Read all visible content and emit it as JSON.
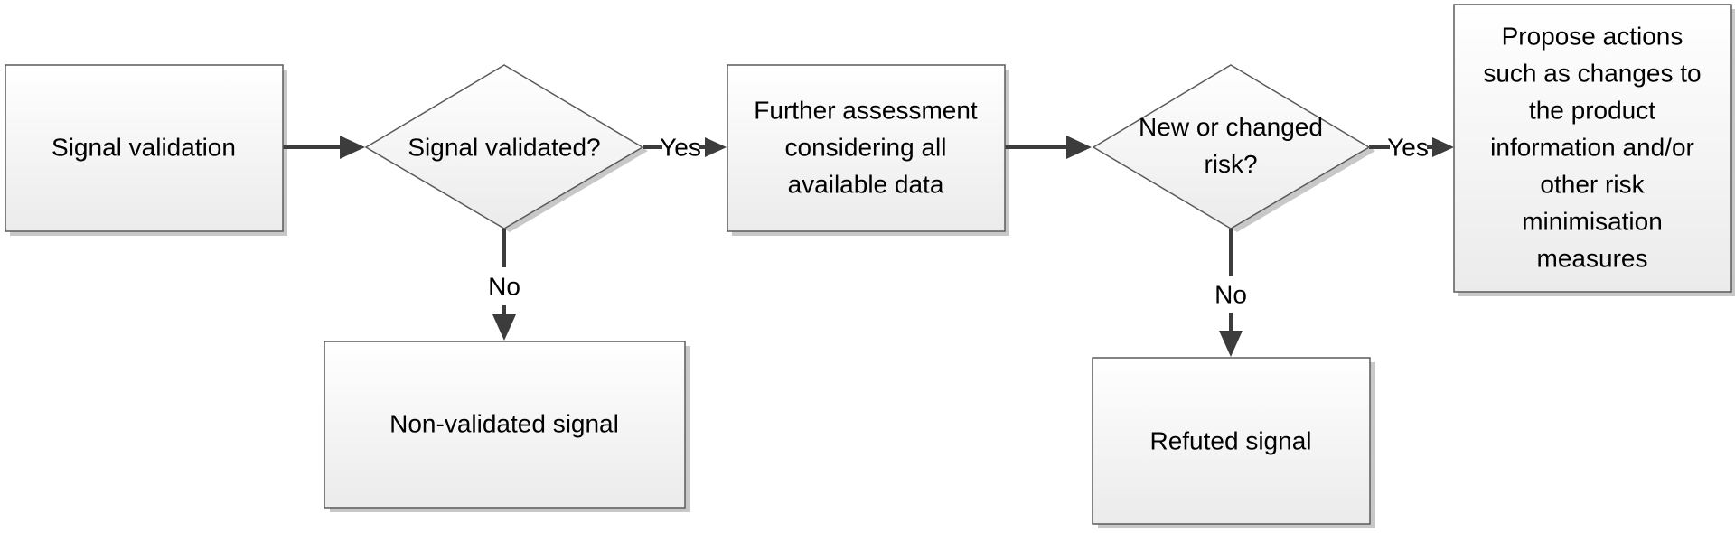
{
  "nodes": {
    "signal_validation": {
      "lines": [
        "Signal validation"
      ]
    },
    "signal_validated_decision": {
      "lines": [
        "Signal validated?"
      ]
    },
    "further_assessment": {
      "lines": [
        "Further assessment",
        "considering all",
        "available data"
      ]
    },
    "new_or_changed_risk_decision": {
      "lines": [
        "New or changed",
        "risk?"
      ]
    },
    "propose_actions": {
      "lines": [
        "Propose actions",
        "such as changes to",
        "the product",
        "information and/or",
        "other risk",
        "minimisation",
        "measures"
      ]
    },
    "non_validated_signal": {
      "lines": [
        "Non-validated signal"
      ]
    },
    "refuted_signal": {
      "lines": [
        "Refuted signal"
      ]
    }
  },
  "edge_labels": {
    "validated_yes": "Yes",
    "validated_no": "No",
    "risk_yes": "Yes",
    "risk_no": "No"
  },
  "colors": {
    "box_fill_top": "#ffffff",
    "box_fill_bottom": "#ebebeb",
    "box_stroke": "#5a5a5a",
    "shadow": "#c8c8c8",
    "arrow": "#3c3c3c",
    "text": "#000000"
  }
}
